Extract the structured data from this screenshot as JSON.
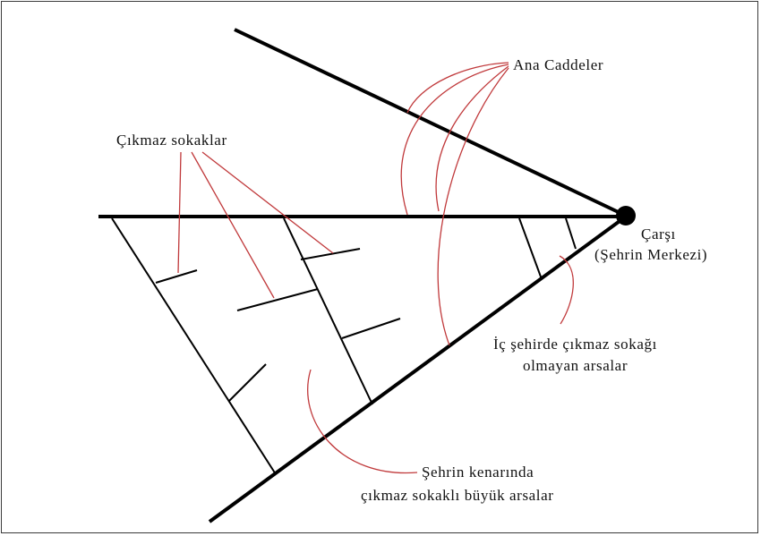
{
  "diagram": {
    "colors": {
      "road": "#000000",
      "leader": "#c0393b",
      "text": "#111111"
    },
    "nodes": {
      "center": "Çarşı",
      "center_sub": "(Şehrin Merkezi)"
    },
    "labels": {
      "main_roads": "Ana Caddeler",
      "dead_ends": "Çıkmaz sokaklar",
      "inner_lots_line1": "İç şehirde çıkmaz sokağı",
      "inner_lots_line2": "olmayan arsalar",
      "outer_lots_line1": "Şehrin kenarında",
      "outer_lots_line2": "çıkmaz sokaklı büyük arsalar"
    }
  }
}
